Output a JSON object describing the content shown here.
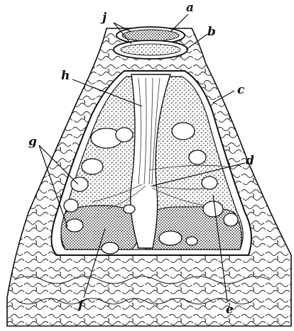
{
  "labels": {
    "a": "a",
    "b": "b",
    "c": "c",
    "d": "d",
    "e": "e",
    "f": "f",
    "g": "g",
    "h": "h",
    "j": "j"
  },
  "colors": {
    "ink": "#111111",
    "paper": "#ffffff",
    "stipple": "#555555"
  }
}
